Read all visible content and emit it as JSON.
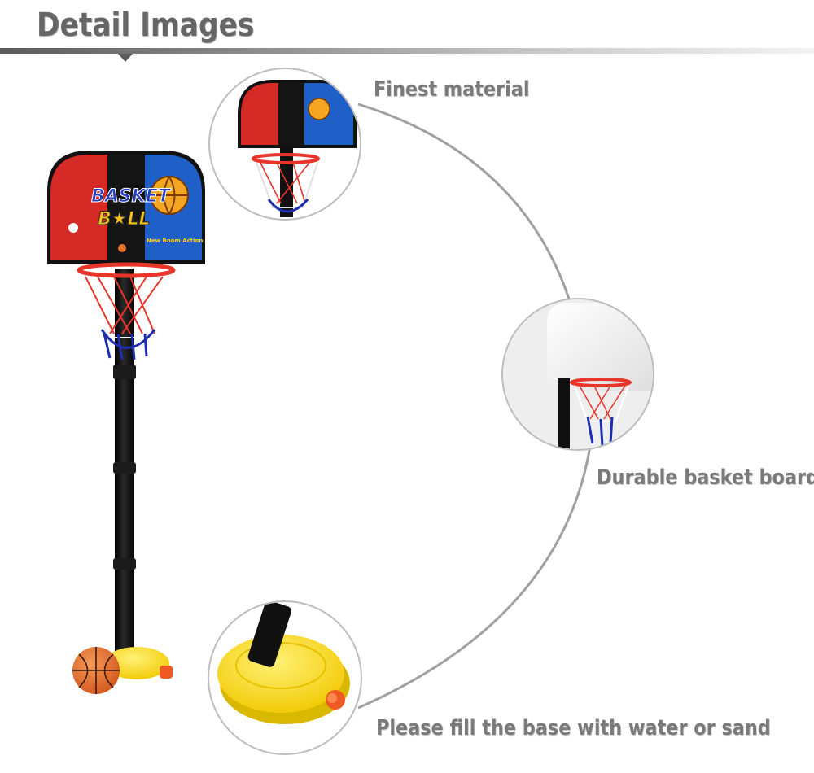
{
  "header": {
    "title": "Detail Images"
  },
  "product": {
    "board_text_line1": "BASKET",
    "board_text_line2": "B★LL",
    "board_slogan": "New Boom Action"
  },
  "details": [
    {
      "caption": "Finest material"
    },
    {
      "caption": "Durable basket board"
    },
    {
      "caption": "Please fill the base with water or sand"
    }
  ],
  "colors": {
    "board_red": "#d62a26",
    "board_blue": "#1f5fc8",
    "board_black": "#151515",
    "rim_red": "#e8352b",
    "net_blue": "#1d2fb0",
    "base_yellow": "#f7d60e",
    "ball_orange": "#e8732b",
    "caption_gray": "#7a7a7a",
    "connector_gray": "#9a9a9a"
  }
}
